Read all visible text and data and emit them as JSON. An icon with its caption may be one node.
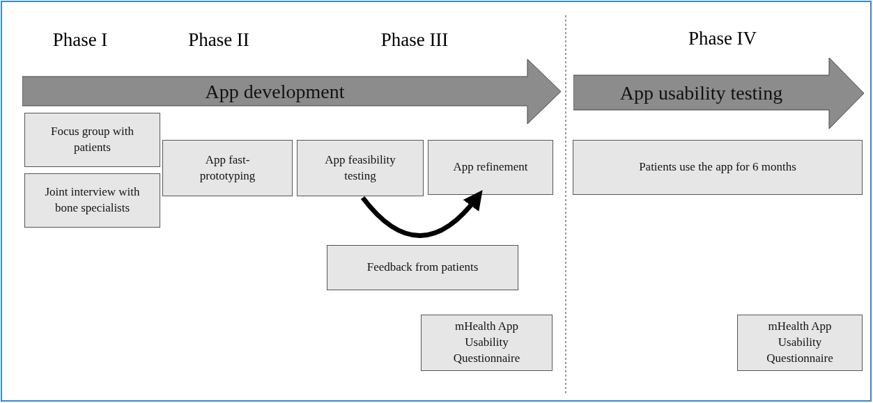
{
  "diagram": {
    "nodes": [
      {
        "text": [
          "App development"
        ]
      },
      {
        "text": [
          "Focus group with patients"
        ]
      },
      {
        "text": [
          "Joint interview with bone specialists"
        ]
      },
      {
        "text": [
          "App fast-prototyping"
        ]
      },
      {
        "text": [
          "App feasibility testing"
        ]
      },
      {
        "text": [
          "App refinement"
        ]
      },
      {
        "text": [
          "Feedback from patients"
        ]
      },
      {
        "text": [
          "mHealth App Usability Questionnaire"
        ]
      },
      {
        "text": [
          "App usability testing"
        ]
      },
      {
        "text": [
          "Patients use the app for 6 months"
        ]
      },
      {
        "text": [
          "mHealth App Usability Questionnaire"
        ]
      }
    ],
    "edges": [
      {
        "from": 4,
        "to": 5,
        "arrow": "to"
      }
    ],
    "labels": [
      "Phase I",
      "Phase II",
      "Phase III",
      "Phase IV"
    ]
  }
}
